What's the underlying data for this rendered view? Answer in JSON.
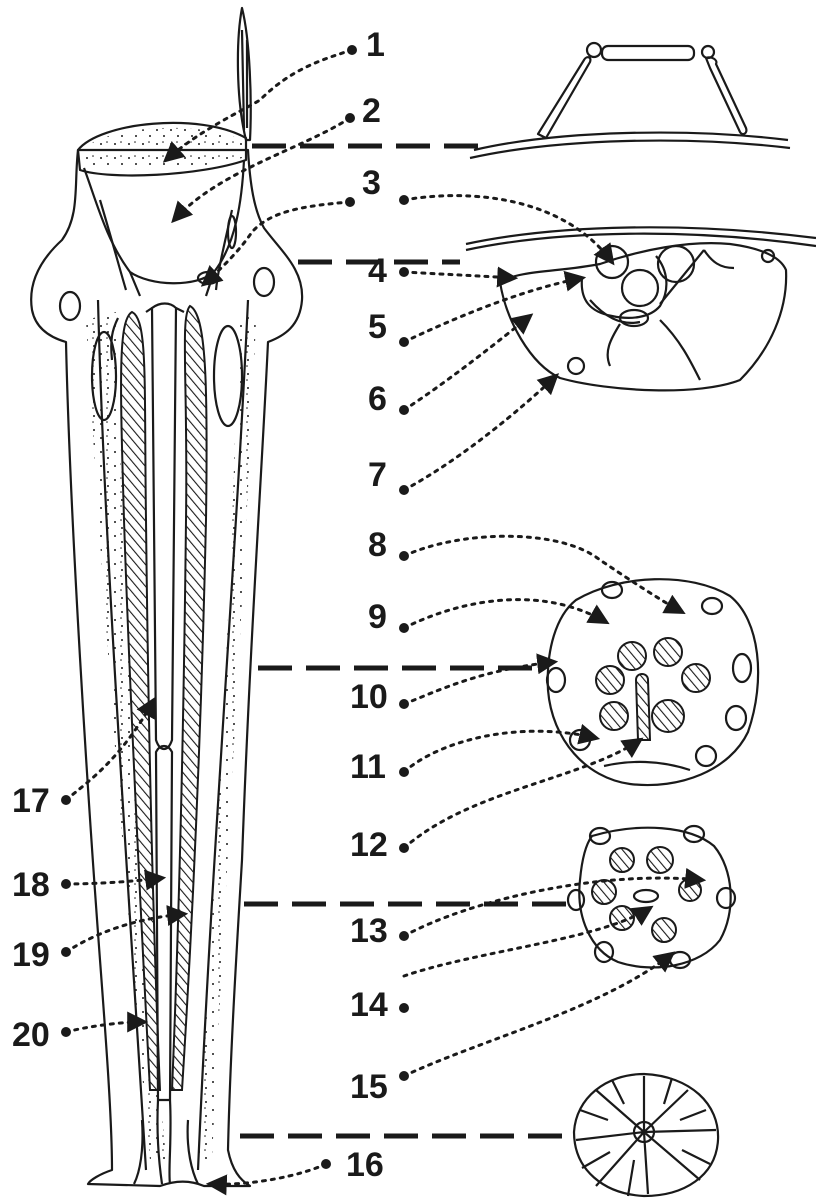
{
  "labels": [
    "1",
    "2",
    "3",
    "4",
    "5",
    "6",
    "7",
    "8",
    "9",
    "10",
    "11",
    "12",
    "13",
    "14",
    "15",
    "16",
    "17",
    "18",
    "19",
    "20"
  ],
  "colors": {
    "ink": "#1a1a1a",
    "background": "#ffffff"
  }
}
